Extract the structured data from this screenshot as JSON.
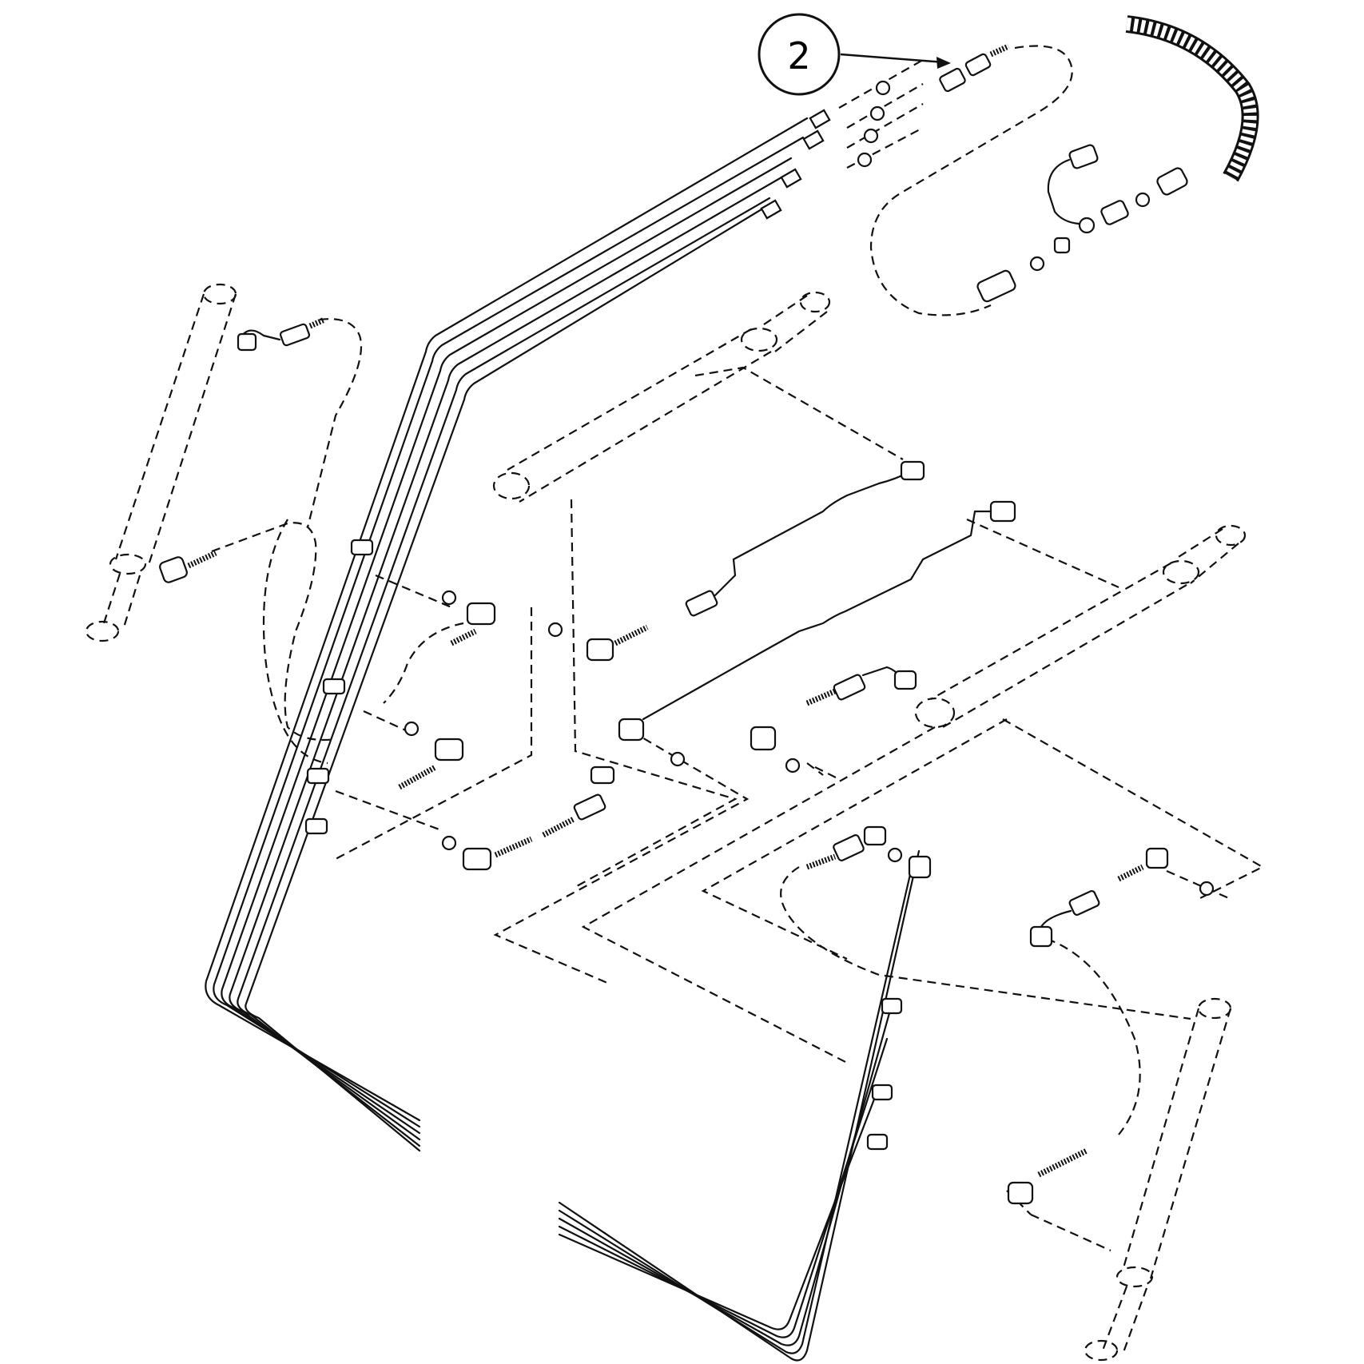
{
  "callout": {
    "label": "2"
  },
  "colors": {
    "line": "#111111",
    "background": "#ffffff"
  },
  "icons": [
    "hydraulic-tube-bundle",
    "hydraulic-cylinder",
    "elbow-fitting",
    "o-ring",
    "braided-hose",
    "adapter-fitting"
  ]
}
